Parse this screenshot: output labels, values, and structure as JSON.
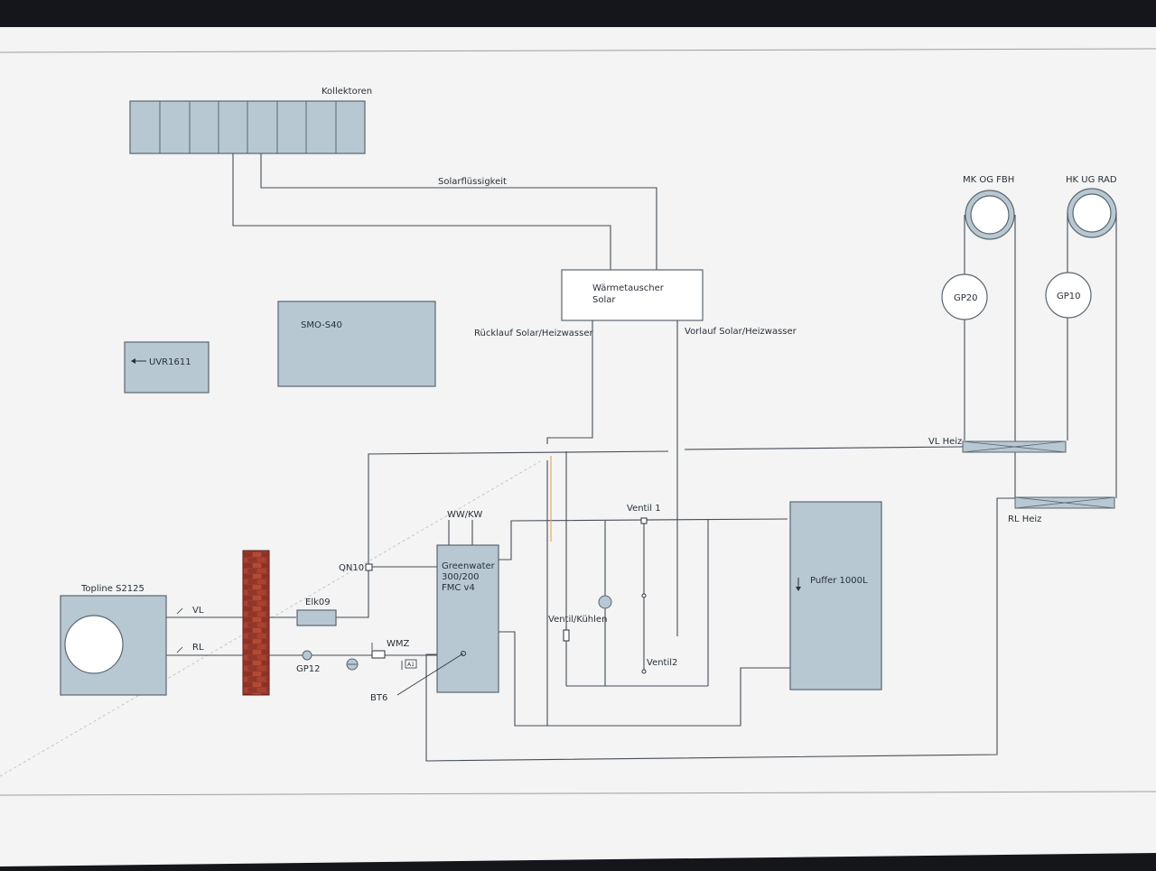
{
  "labels": {
    "kollektoren": "Kollektoren",
    "solarfluessigkeit": "Solarflüssigkeit",
    "waermetauscher_l1": "Wärmetauscher",
    "waermetauscher_l2": "Solar",
    "smo": "SMO-S40",
    "uvr": "UVR1611",
    "ruecklauf": "Rücklauf Solar/Heizwasser",
    "vorlauf": "Vorlauf Solar/Heizwasser",
    "mk_og": "MK OG FBH",
    "hk_ug": "HK UG RAD",
    "gp20": "GP20",
    "gp10": "GP10",
    "vl_heiz": "VL Heiz",
    "rl_heiz": "RL Heiz",
    "ww_kw": "WW/KW",
    "ventil1": "Ventil 1",
    "ventil2": "Ventil2",
    "ventil_kuehlen": "Ventil/Kühlen",
    "puffer": "Puffer 1000L",
    "greenwater_l1": "Greenwater",
    "greenwater_l2": "300/200",
    "greenwater_l3": "FMC v4",
    "qn10": "QN10",
    "topline": "Topline S2125",
    "vl": "VL",
    "rl": "RL",
    "elk09": "Elk09",
    "gp12": "GP12",
    "wmz": "WMZ",
    "bt6": "BT6",
    "a1": "A1"
  },
  "colors": {
    "component_fill": "#b7c8d2",
    "pipe": "#454d58",
    "accent_pipe": "#d9a35a",
    "brick": "#9c3a2c",
    "canvas": "#ffffff",
    "bezel": "#14161c"
  }
}
